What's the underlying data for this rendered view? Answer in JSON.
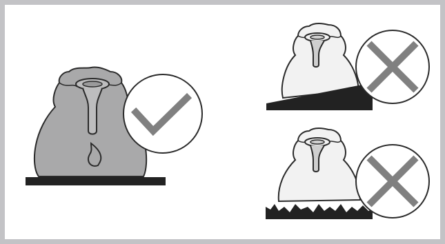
{
  "panels": [
    {
      "id": "correct",
      "verdict": "correct",
      "description_icon": "checkmark-icon",
      "state": "flat-heat-source-with-flame"
    },
    {
      "id": "wrong-incline",
      "verdict": "wrong",
      "description_icon": "cross-icon",
      "state": "inclined-surface"
    },
    {
      "id": "wrong-uneven",
      "verdict": "wrong",
      "description_icon": "cross-icon",
      "state": "uneven-surface"
    }
  ],
  "colors": {
    "frame": "#c3c3c6",
    "appliance_fill_correct": "#a9a9aa",
    "appliance_fill_wrong": "#f2f2f2",
    "outline": "#2a2a2a",
    "mark": "#808080",
    "surface": "#222222"
  }
}
